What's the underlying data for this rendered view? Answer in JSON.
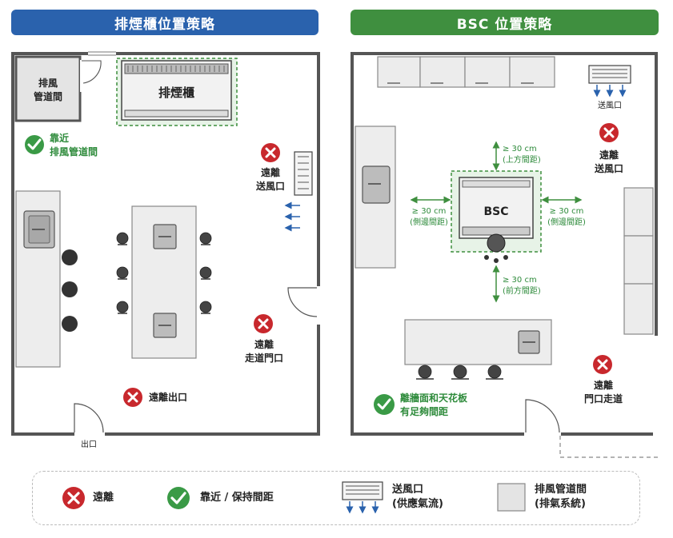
{
  "left_panel": {
    "title": "排煙櫃位置策略",
    "duct_label": [
      "排風",
      "管道間"
    ],
    "fume_hood_label": "排煙櫃",
    "near_duct_label": [
      "靠近",
      "排風管道間"
    ],
    "away_supply_label": [
      "遠離",
      "送風口"
    ],
    "away_door_label": [
      "遠離",
      "走道門口"
    ],
    "away_exit_label": "遠離出口",
    "exit_label": "出口"
  },
  "right_panel": {
    "title": "BSC 位置策略",
    "supply_label": "送風口",
    "away_supply_label": [
      "遠離",
      "送風口"
    ],
    "bsc_label": "BSC",
    "top_clearance": [
      "≥ 30 cm",
      "(上方間距)"
    ],
    "left_clearance": [
      "≥ 30 cm",
      "(側邊間距)"
    ],
    "right_clearance": [
      "≥ 30 cm",
      "(側邊間距)"
    ],
    "front_clearance": [
      "≥ 30 cm",
      "(前方間距)"
    ],
    "away_door_label": [
      "遠離",
      "門口走道"
    ],
    "wall_ceiling_label": [
      "離牆面和天花板",
      "有足夠間距"
    ]
  },
  "legend": {
    "away": "遠離",
    "near": "靠近 / 保持間距",
    "supply": [
      "送風口",
      "(供應氣流)"
    ],
    "duct": [
      "排風管道間",
      "(排氣系統)"
    ]
  },
  "colors": {
    "blue": "#2a62ad",
    "green": "#3f8f3f",
    "red": "#c8282d",
    "check_green": "#3a9a46",
    "wall": "#555555"
  }
}
